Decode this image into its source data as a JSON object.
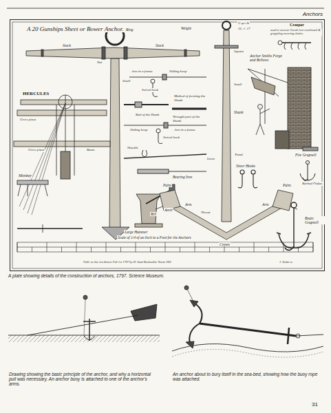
{
  "diagram": {
    "title": "Anchors",
    "caption": "A plate showing details of the construction of anchors, 1797. Science Museum.",
    "nodes": [
      {
        "text": [
          "A 20 Gunships Sheet or Bower Anchor."
        ]
      }
    ],
    "labels": [
      "Weight",
      "C qrs lb",
      "35. 1. 17",
      "Creeper",
      "used to recover Goods lost overboard & grappling mooring chains.",
      "Ring",
      "Stock",
      "Stock",
      "Nut",
      "Small",
      "Small",
      "Square",
      "HERCULES",
      "Cross piece",
      "Cross piece",
      "Beam",
      "Monkey",
      "Arm in a frame",
      "Sliding hoop",
      "Swivel hook",
      "Method of forming the Shank",
      "Butt of the Shank",
      "Wrought part of the Shank",
      "Sliding hoop",
      "Arm in a frame",
      "Swivel hook",
      "Shackle",
      "Lever",
      "Trend",
      "Anchor Smiths Forge and Bellows",
      "Sheer Hooks",
      "Fire Grapnell",
      "Barbed Flukes",
      "Boats Grapnell",
      "Bearing Iron",
      "Large Hammer",
      "Anvil",
      "Shank",
      "Arm",
      "Arm",
      "Crown",
      "Throat",
      "Palm",
      "Palm",
      "Bill",
      "Scale of 1/4 of an Inch to a Foot for the Anchors",
      "Publ. as the Act directs Feb 1st 1797 by D. Steel Bookseller Tower Hill",
      "J. Stoke sc.",
      "Drawing showing the basic principle of the anchor, and why a horizontal pull was necessary. An anchor buoy is attached to one of the anchor's arms.",
      "An anchor about to bury itself in the sea-bed, showing how the buoy rope was attached.",
      "31"
    ]
  }
}
